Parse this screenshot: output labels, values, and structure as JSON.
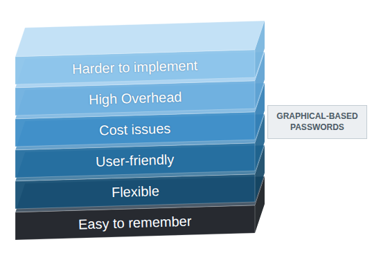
{
  "diagram": {
    "nodes": [
      {
        "text": [
          "Harder to implement"
        ]
      },
      {
        "text": [
          "High Overhead"
        ]
      },
      {
        "text": [
          "Cost issues"
        ]
      },
      {
        "text": [
          "User-friendly"
        ]
      },
      {
        "text": [
          "Flexible"
        ]
      },
      {
        "text": [
          "Easy to remember"
        ]
      },
      {
        "text": [
          "GRAPHICAL-BASED PASSWORDS"
        ]
      }
    ]
  }
}
